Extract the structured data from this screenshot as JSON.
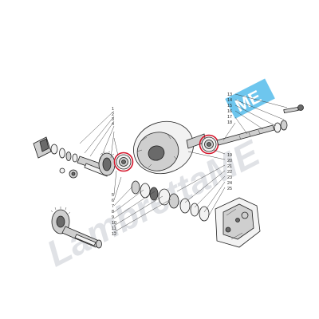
{
  "watermark": {
    "text": "LambrettaME",
    "badge": "ME",
    "badge_color": "#6ec6ee"
  },
  "highlight_color": "#d4142a",
  "callouts_left": [
    "1",
    "2",
    "3",
    "4",
    "5",
    "6",
    "7",
    "8",
    "9",
    "10",
    "11",
    "12"
  ],
  "callouts_upper_right": [
    "13",
    "14",
    "15",
    "16",
    "17",
    "18"
  ],
  "callouts_lower_right": [
    "19",
    "20",
    "21",
    "22",
    "23",
    "24",
    "25"
  ]
}
